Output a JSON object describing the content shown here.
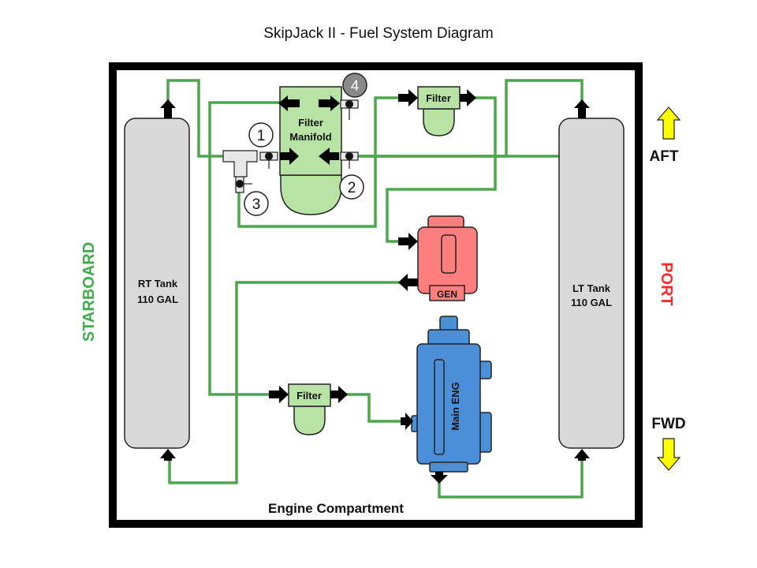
{
  "title": "SkipJack II - Fuel System Diagram",
  "compartment_label": "Engine Compartment",
  "side_labels": {
    "starboard": "STARBOARD",
    "port": "PORT",
    "aft": "AFT",
    "fwd": "FWD"
  },
  "tanks": {
    "right": {
      "name": "RT Tank",
      "capacity": "110 GAL"
    },
    "left": {
      "name": "LT Tank",
      "capacity": "110 GAL"
    }
  },
  "filter_manifold": {
    "line1": "Filter",
    "line2": "Manifold"
  },
  "filter_label": "Filter",
  "generator_label": "GEN",
  "engine_label": "Main ENG",
  "valves": [
    "1",
    "2",
    "3",
    "4"
  ],
  "colors": {
    "fuel_line": "#4aa74a",
    "tank_fill": "#d9d9d9",
    "filter_fill": "#b7e4a4",
    "generator_fill": "#ff7f7f",
    "engine_fill": "#4a8fd8",
    "direction_arrow": "#ffff00",
    "starboard_text": "#3dae4a",
    "port_text": "#ff2a2a"
  }
}
